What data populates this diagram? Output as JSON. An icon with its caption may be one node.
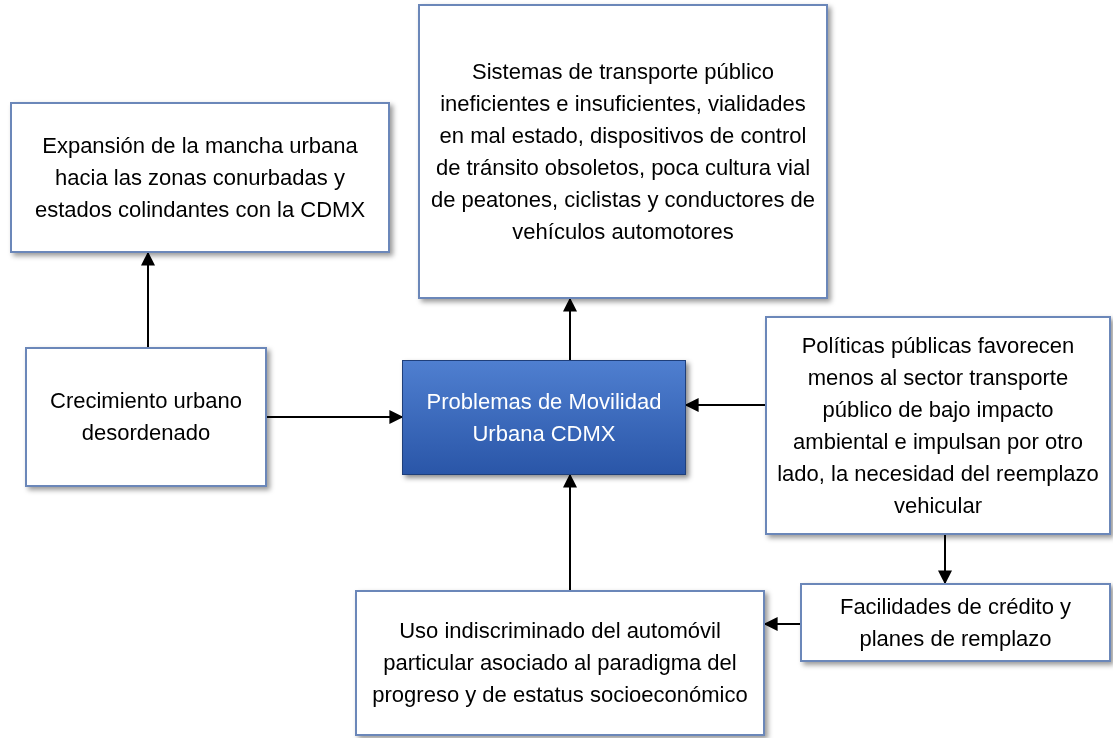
{
  "diagram": {
    "nodes": [
      {
        "text": [
          "Expansión de la mancha urbana hacia las zonas conurbadas y estados colindantes con la CDMX"
        ]
      },
      {
        "text": [
          "Sistemas de transporte público ineficientes e insuficientes, vialidades en mal estado, dispositivos de control de tránsito obsoletos, poca cultura vial de peatones, ciclistas y conductores de vehículos automotores"
        ]
      },
      {
        "text": [
          "Crecimiento urbano desordenado"
        ]
      },
      {
        "text": [
          "Problemas de Movilidad Urbana CDMX"
        ]
      },
      {
        "text": [
          "Políticas públicas favorecen menos al sector transporte público de bajo impacto ambiental e impulsan por otro lado, la necesidad del reemplazo vehicular"
        ]
      },
      {
        "text": [
          "Facilidades de crédito y planes de remplazo"
        ]
      },
      {
        "text": [
          "Uso indiscriminado del automóvil particular asociado al paradigma del progreso y de estatus socioeconómico"
        ]
      }
    ],
    "edges": [
      {
        "from": 2,
        "to": 0,
        "arrow": "to"
      },
      {
        "from": 3,
        "to": 1,
        "arrow": "to"
      },
      {
        "from": 2,
        "to": 3,
        "arrow": "to"
      },
      {
        "from": 4,
        "to": 3,
        "arrow": "to"
      },
      {
        "from": 4,
        "to": 5,
        "arrow": "to"
      },
      {
        "from": 5,
        "to": 6,
        "arrow": "to"
      },
      {
        "from": 6,
        "to": 3,
        "arrow": "to"
      }
    ]
  }
}
